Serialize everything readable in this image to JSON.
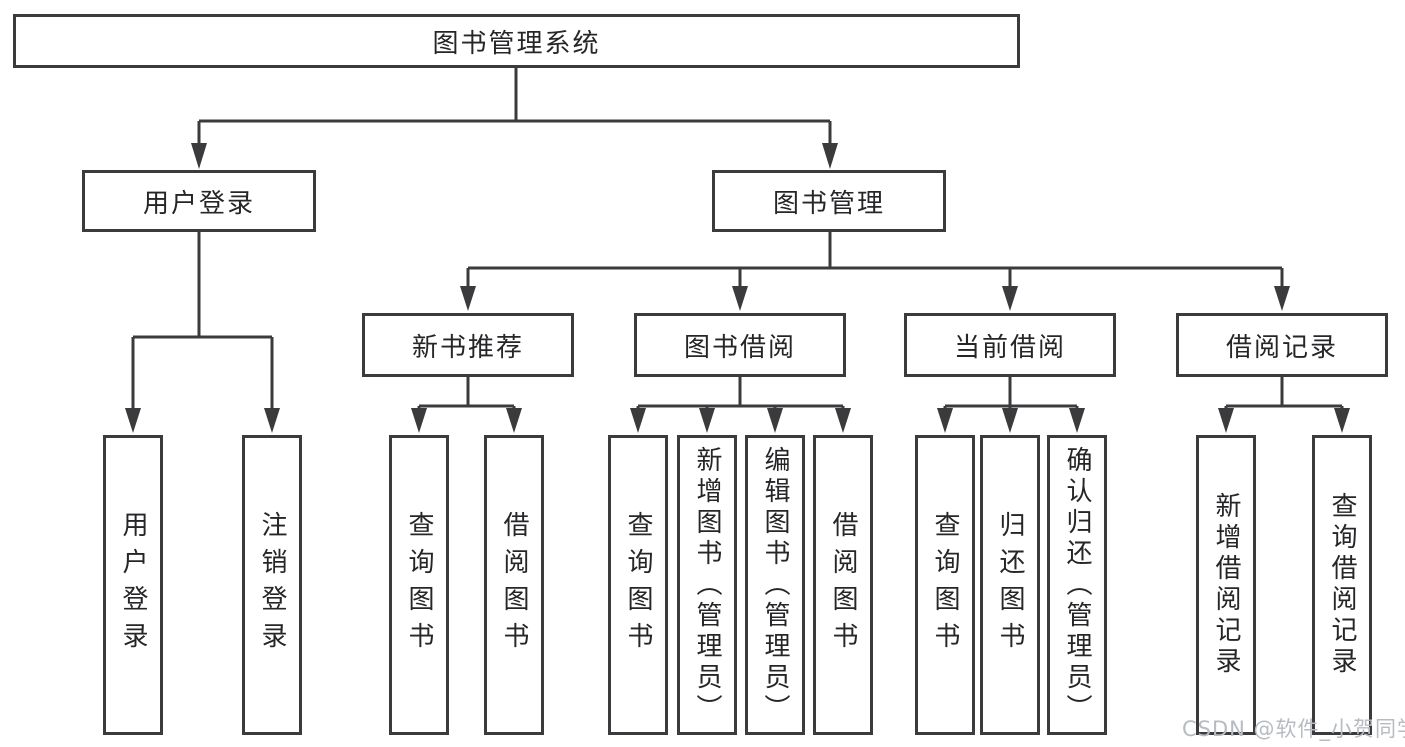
{
  "tree": {
    "root": {
      "label": "图书管理系统",
      "children": [
        {
          "label": "用户登录",
          "children": [
            {
              "label": "用户登录"
            },
            {
              "label": "注销登录"
            }
          ]
        },
        {
          "label": "图书管理",
          "children": [
            {
              "label": "新书推荐",
              "children": [
                {
                  "label": "查询图书"
                },
                {
                  "label": "借阅图书"
                }
              ]
            },
            {
              "label": "图书借阅",
              "children": [
                {
                  "label": "查询图书"
                },
                {
                  "label": "新增图书（管理员）"
                },
                {
                  "label": "编辑图书（管理员）"
                },
                {
                  "label": "借阅图书"
                }
              ]
            },
            {
              "label": "当前借阅",
              "children": [
                {
                  "label": "查询图书"
                },
                {
                  "label": "归还图书"
                },
                {
                  "label": "确认归还（管理员）"
                }
              ]
            },
            {
              "label": "借阅记录",
              "children": [
                {
                  "label": "新增借阅记录"
                },
                {
                  "label": "查询借阅记录"
                }
              ]
            }
          ]
        }
      ]
    }
  },
  "watermark": {
    "text": "CSDN @软件_小贺同学"
  },
  "colors": {
    "line": "#3b3b3d",
    "text": "#262628",
    "watermark": "#b7bbc2",
    "background": "#ffffff"
  }
}
